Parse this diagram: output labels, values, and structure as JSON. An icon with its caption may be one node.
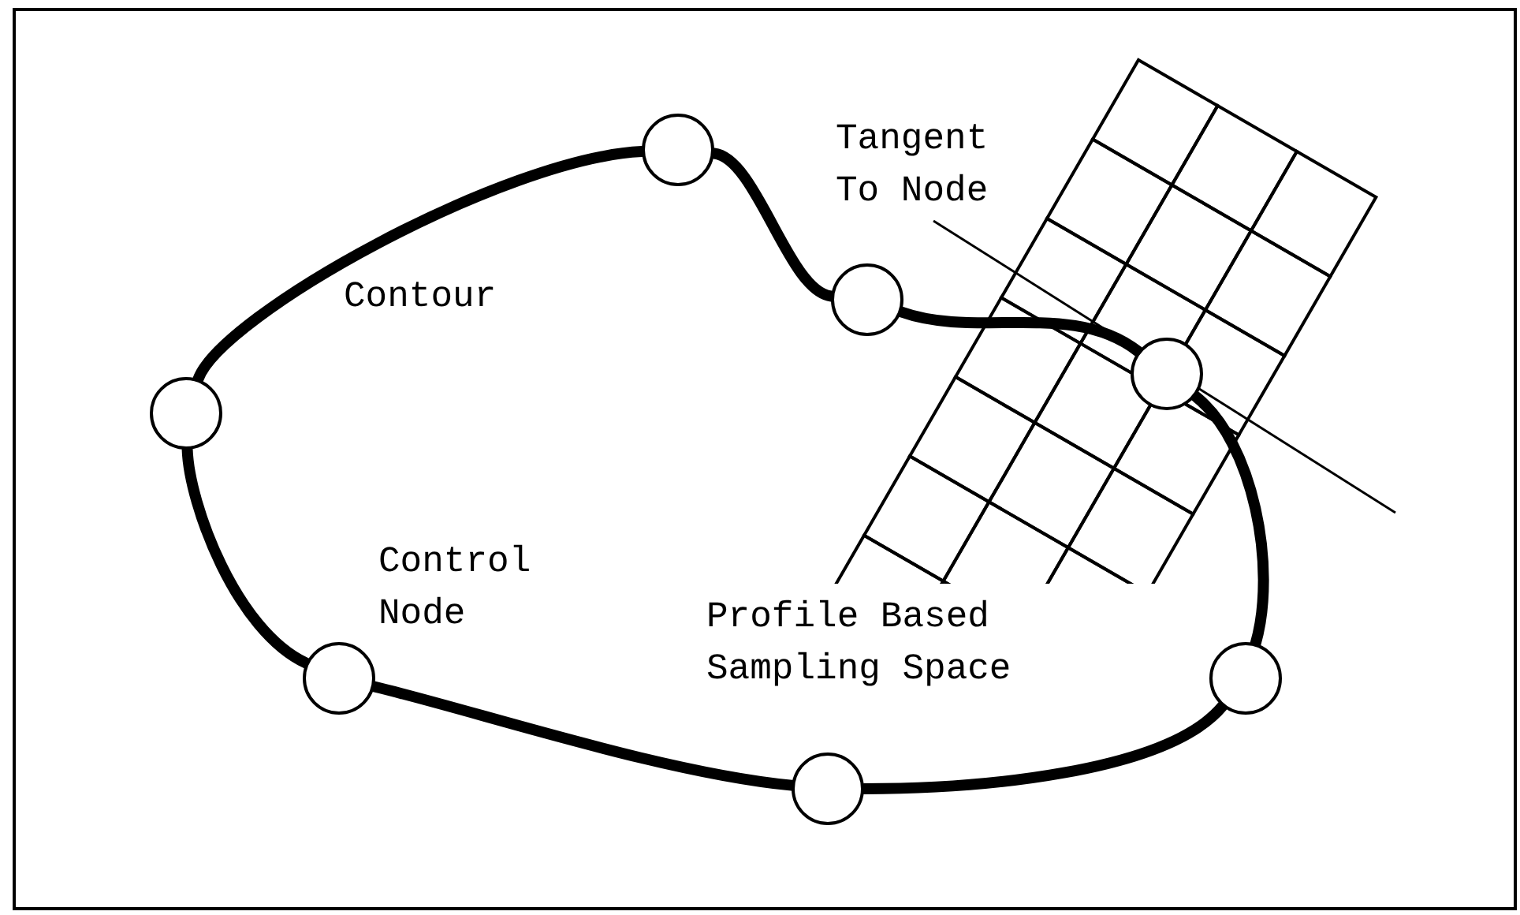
{
  "diagram": {
    "nodes": [
      {
        "text": [],
        "shape": "circle"
      },
      {
        "text": [],
        "shape": "circle"
      },
      {
        "text": [],
        "shape": "circle"
      },
      {
        "text": [],
        "shape": "circle"
      },
      {
        "text": [],
        "shape": "circle"
      },
      {
        "text": [],
        "shape": "circle"
      },
      {
        "text": [],
        "shape": "circle"
      }
    ],
    "edges": [
      {
        "from": 0,
        "to": 2,
        "arrow": "none"
      },
      {
        "from": 2,
        "to": 4,
        "arrow": "none"
      },
      {
        "from": 4,
        "to": 5,
        "arrow": "none"
      },
      {
        "from": 5,
        "to": 6,
        "arrow": "none"
      },
      {
        "from": 6,
        "to": 3,
        "arrow": "none"
      },
      {
        "from": 3,
        "to": 1,
        "arrow": "none"
      },
      {
        "from": 1,
        "to": 0,
        "arrow": "none"
      }
    ],
    "labels": [
      "Tangent To Node",
      "Contour",
      "Control Node",
      "Profile Based Sampling Space"
    ]
  }
}
